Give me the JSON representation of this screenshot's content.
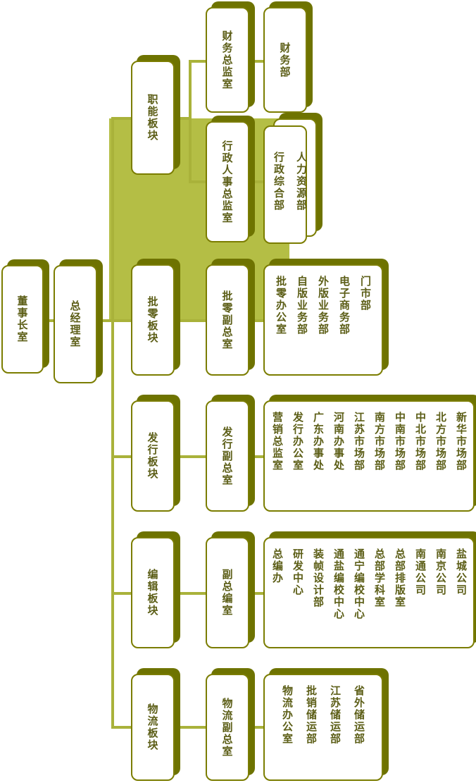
{
  "colors": {
    "border": "#7b7d00",
    "text": "#5c5e17",
    "shadow": "#6e7300",
    "line": "#a9b23a",
    "block": "#b4be45",
    "card_bg": "#ffffff"
  },
  "root": {
    "chairman": "董事长室",
    "general_manager": "总经理室"
  },
  "branches": [
    {
      "label": "职能板块",
      "children": [
        {
          "label": "财务总监室",
          "departments": [
            "财务部"
          ]
        },
        {
          "label": "行政人事总监室",
          "departments": [
            "人力资源部",
            "行政综合部"
          ]
        }
      ]
    },
    {
      "label": "批零板块",
      "children": [
        {
          "label": "批零副总室",
          "departments": [
            "门市部",
            "电子商务部",
            "外版业务部",
            "自版业务部",
            "批零办公室"
          ]
        }
      ]
    },
    {
      "label": "发行板块",
      "children": [
        {
          "label": "发行副总室",
          "departments": [
            "新华市场部",
            "北方市场部",
            "中北市场部",
            "中南市场部",
            "南方市场部",
            "江苏市场部",
            "河南办事处",
            "广东办事处",
            "发行办公室",
            "营销总监室"
          ]
        }
      ]
    },
    {
      "label": "编辑板块",
      "children": [
        {
          "label": "副总编室",
          "departments": [
            "盐城公司",
            "南京公司",
            "南通公司",
            "总部排版室",
            "总部学科室",
            "通宁编校中心",
            "通盐编校中心",
            "装帧设计部",
            "研发中心",
            "总编办"
          ]
        }
      ]
    },
    {
      "label": "物流板块",
      "children": [
        {
          "label": "物流副总室",
          "departments": [
            "省外储运部",
            "江苏储运部",
            "批销储运部",
            "物流办公室"
          ]
        }
      ]
    }
  ]
}
